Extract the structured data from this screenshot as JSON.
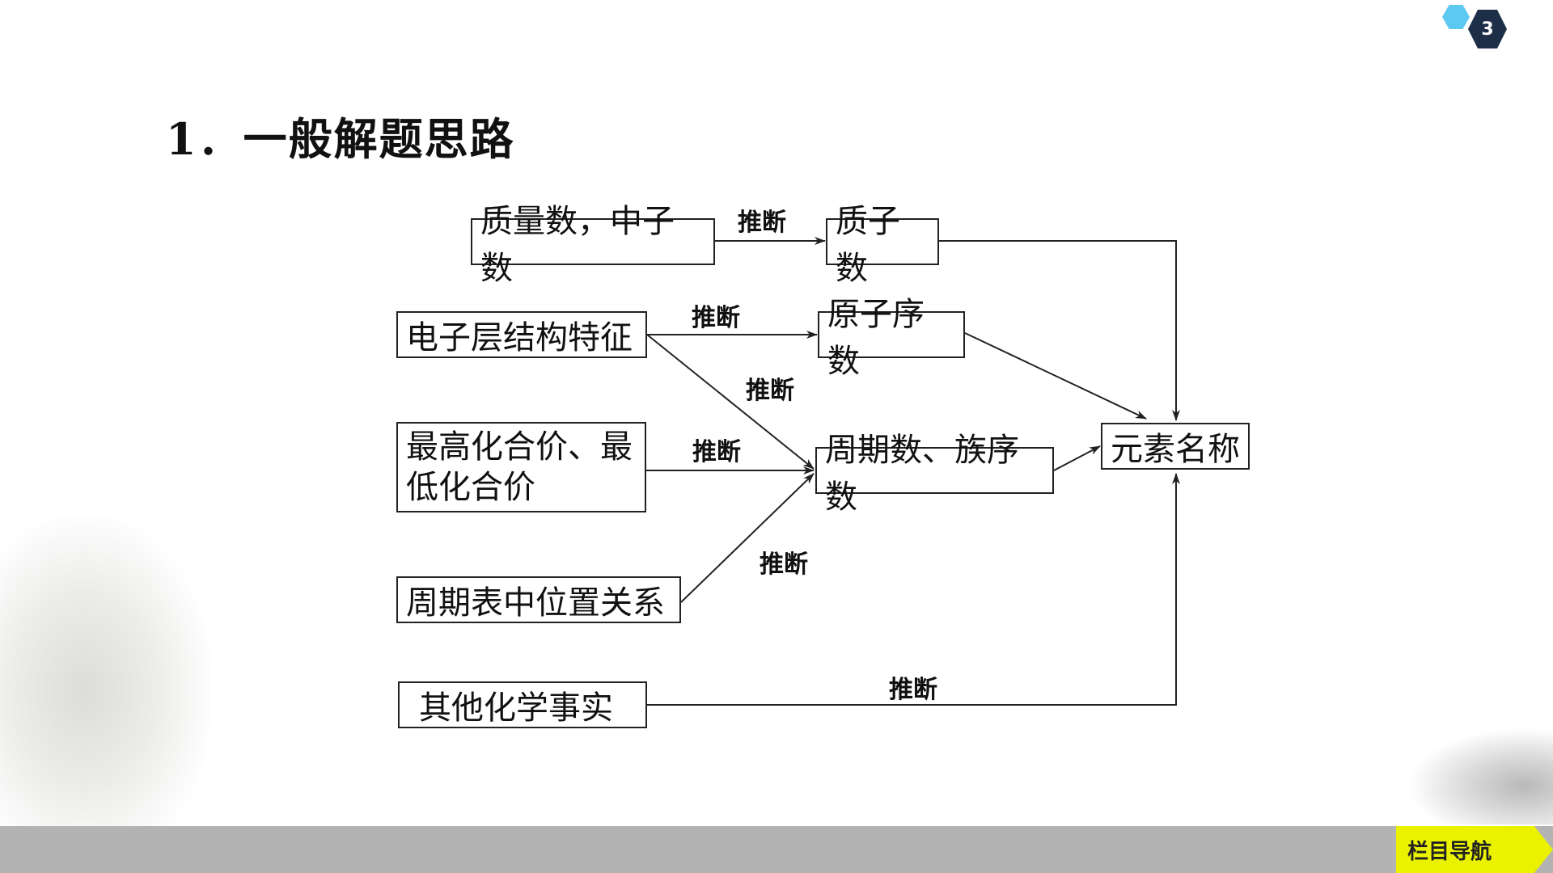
{
  "page": {
    "number": "3"
  },
  "title": "1．一般解题思路",
  "boxes": {
    "mass_neutron": "质量数，中子数",
    "proton": "质子数",
    "electron_shell": "电子层结构特征",
    "atomic_number": "原子序数",
    "valence_line1": "最高化合价、最",
    "valence_line2": "低化合价",
    "period_group": "周期数、族序数",
    "position": "周期表中位置关系",
    "element_name": "元素名称",
    "other_facts": "其他化学事实"
  },
  "arrow_label": "推断",
  "nav": {
    "label": "栏目导航"
  }
}
